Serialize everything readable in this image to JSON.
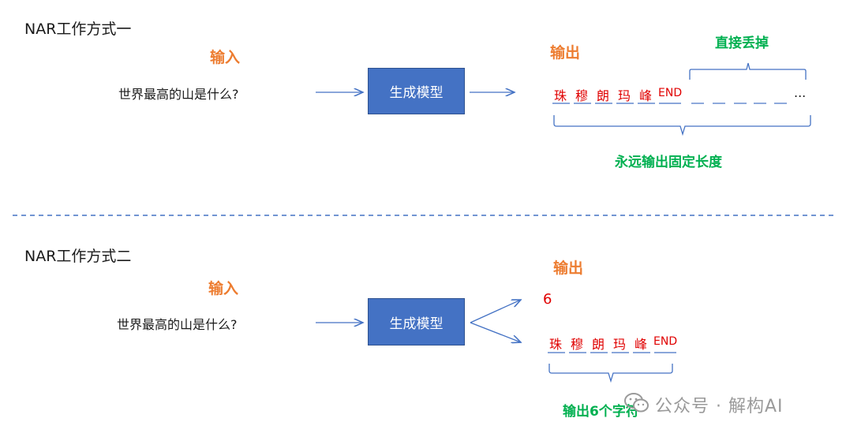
{
  "section1": {
    "title": "NAR工作方式一",
    "input_label": "输入",
    "question": "世界最高的山是什么?",
    "model": "生成模型",
    "output_label": "输出",
    "tokens": [
      "珠",
      "穆",
      "朗",
      "玛",
      "峰",
      "END"
    ],
    "ellipsis": "...",
    "drop_label": "直接丢掉",
    "fixed_label": "永远输出固定长度"
  },
  "section2": {
    "title": "NAR工作方式二",
    "input_label": "输入",
    "question": "世界最高的山是什么?",
    "model": "生成模型",
    "output_label": "输出",
    "length_value": "6",
    "tokens": [
      "珠",
      "穆",
      "朗",
      "玛",
      "峰",
      "END"
    ],
    "count_label": "输出6个字符"
  },
  "watermark": {
    "text": "公众号 · 解构AI",
    "icon": "wechat-icon"
  },
  "colors": {
    "arrow": "#4472c4",
    "box": "#4472c4",
    "orange": "#ed7d31",
    "green": "#00b050",
    "token": "#e00000",
    "divider": "#4472c4"
  }
}
